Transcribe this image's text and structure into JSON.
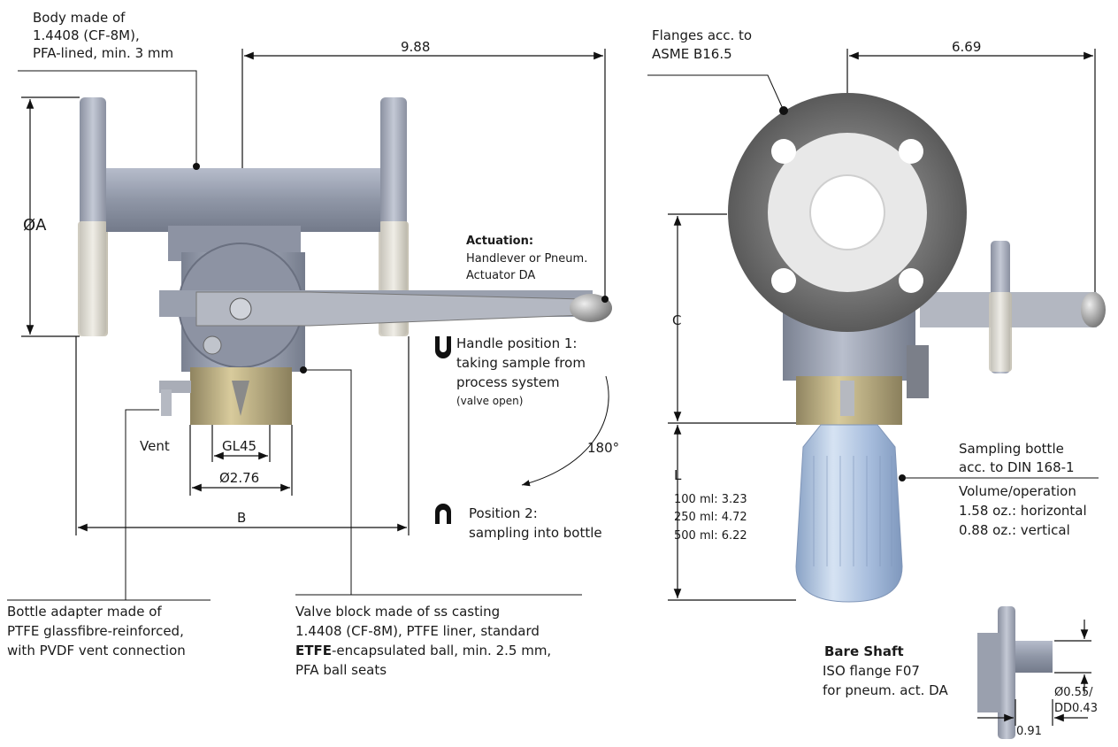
{
  "labels": {
    "body_1": "Body made of",
    "body_2": "1.4408 (CF-8M),",
    "body_3": "PFA-lined, min. 3 mm",
    "dim_top_left": "9.88",
    "dia_a": "ØA",
    "actuation_title": "Actuation:",
    "actuation_1": "Handlever or Pneum.",
    "actuation_2": "Actuator DA",
    "handle_1": "Handle position 1:",
    "handle_2": "taking sample from",
    "handle_3": "process system",
    "handle_4": "(valve open)",
    "angle": "180°",
    "pos2_1": "Position 2:",
    "pos2_2": "sampling into bottle",
    "vent": "Vent",
    "gl45": "GL45",
    "dia276": "Ø2.76",
    "dim_b": "B",
    "adapter_1": "Bottle adapter made of",
    "adapter_2": "PTFE glassfibre-reinforced,",
    "adapter_3": "with PVDF vent connection",
    "block_1": "Valve block made of ss casting",
    "block_2": "1.4408 (CF-8M), PTFE liner, standard",
    "block_3_bold": "ETFE",
    "block_3_rest": "-encapsulated ball, min. 2.5 mm,",
    "block_4": "PFA ball seats",
    "flanges_1": "Flanges acc. to",
    "flanges_2": "ASME B16.5",
    "dim_top_right": "6.69",
    "dim_c": "C",
    "dim_l": "L",
    "l_100": "100 ml: 3.23",
    "l_250": "250 ml: 4.72",
    "l_500": "500 ml: 6.22",
    "bottle_1": "Sampling bottle",
    "bottle_2": "acc. to DIN 168-1",
    "bottle_3": "Volume/operation",
    "bottle_4": "1.58 oz.: horizontal",
    "bottle_5": "0.88 oz.: vertical",
    "shaft_title": "Bare Shaft",
    "shaft_1": "ISO flange F07",
    "shaft_2": "for pneum. act. DA",
    "shaft_dia_1": "Ø0.55/",
    "shaft_dia_2": "DD0.43",
    "shaft_len": "0.91"
  },
  "colors": {
    "steel": "#9aa1b0",
    "steel_dark": "#6f7686",
    "flange_face": "#6e6e6e",
    "ptfe_white": "#f3f3f3",
    "brass": "#c8b98a",
    "bottle_blue": "#a9c0de"
  }
}
